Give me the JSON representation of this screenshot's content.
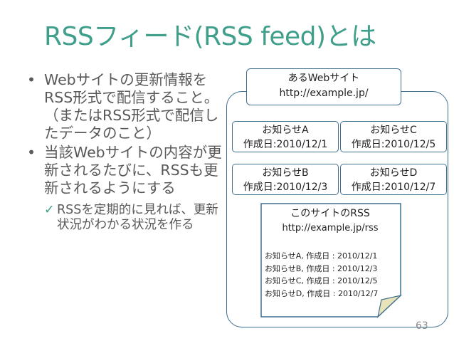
{
  "slide": {
    "title": "RSSフィード(RSS feed)とは",
    "bullets": [
      {
        "level": 1,
        "icon": "bullet-dot",
        "text": "Webサイトの更新情報をRSS形式で配信すること。（またはRSS形式で配信したデータのこと）"
      },
      {
        "level": 1,
        "icon": "bullet-dot",
        "text": "当該Webサイトの内容が更新されるたびに、RSSも更新されるようにする"
      },
      {
        "level": 2,
        "icon": "checkmark",
        "text": "RSSを定期的に見れば、更新状況がわかる状況を作る"
      }
    ],
    "page_number": "63"
  },
  "diagram": {
    "site": {
      "name": "あるWebサイト",
      "url": "http://example.jp/"
    },
    "notices": [
      {
        "name": "お知らせA",
        "date": "作成日:2010/12/1"
      },
      {
        "name": "お知らせC",
        "date": "作成日:2010/12/5"
      },
      {
        "name": "お知らせB",
        "date": "作成日:2010/12/3"
      },
      {
        "name": "お知らせD",
        "date": "作成日:2010/12/7"
      }
    ],
    "rss": {
      "title": "このサイトのRSS",
      "url": "http://example.jp/rss",
      "entries": [
        "お知らせA, 作成日 : 2010/12/1",
        "お知らせB, 作成日 : 2010/12/3",
        "お知らせC, 作成日 : 2010/12/5",
        "お知らせD, 作成日 : 2010/12/7"
      ]
    }
  },
  "colors": {
    "title": "#3f9f8a",
    "body_text": "#595959",
    "box_border": "#3f6f8f",
    "rss_fold": "#e8e3b8"
  }
}
